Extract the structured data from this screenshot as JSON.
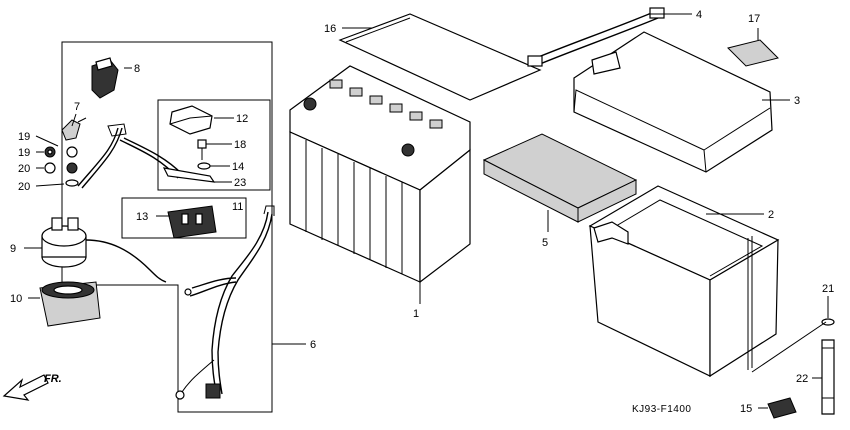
{
  "diagram_code": "KJ93-F1400",
  "direction_label": "FR.",
  "callouts": [
    {
      "id": "c1",
      "label": "1"
    },
    {
      "id": "c2",
      "label": "2"
    },
    {
      "id": "c3",
      "label": "3"
    },
    {
      "id": "c4",
      "label": "4"
    },
    {
      "id": "c5",
      "label": "5"
    },
    {
      "id": "c6",
      "label": "6"
    },
    {
      "id": "c7",
      "label": "7"
    },
    {
      "id": "c8",
      "label": "8"
    },
    {
      "id": "c9",
      "label": "9"
    },
    {
      "id": "c10",
      "label": "10"
    },
    {
      "id": "c11",
      "label": "11"
    },
    {
      "id": "c12",
      "label": "12"
    },
    {
      "id": "c13",
      "label": "13"
    },
    {
      "id": "c14",
      "label": "14"
    },
    {
      "id": "c15",
      "label": "15"
    },
    {
      "id": "c16",
      "label": "16"
    },
    {
      "id": "c17",
      "label": "17"
    },
    {
      "id": "c18",
      "label": "18"
    },
    {
      "id": "c19a",
      "label": "19"
    },
    {
      "id": "c19b",
      "label": "19"
    },
    {
      "id": "c20a",
      "label": "20"
    },
    {
      "id": "c20b",
      "label": "20"
    },
    {
      "id": "c21",
      "label": "21"
    },
    {
      "id": "c22",
      "label": "22"
    },
    {
      "id": "c23",
      "label": "23"
    }
  ]
}
